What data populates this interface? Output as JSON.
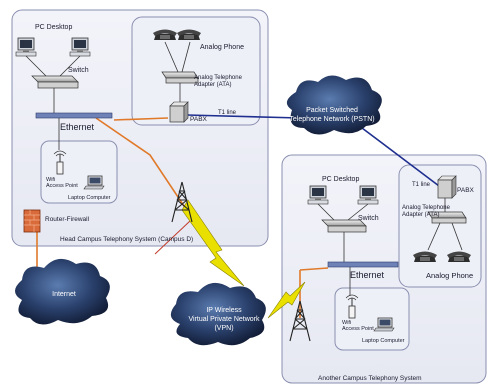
{
  "head_campus": {
    "title": "Head Campus Telephony System (Campus D)",
    "pc_desktop": "PC Desktop",
    "switch": "Switch",
    "ethernet": "Ethernet",
    "wifi_ap": [
      "Wifi",
      "Access Point"
    ],
    "laptop": "Laptop Computer",
    "router_firewall": "Router-Firewall",
    "analog_phone": "Analog Phone",
    "ata": [
      "Analog Telephone",
      "Adapter (ATA)"
    ],
    "pabx": "PABX",
    "t1_line": "T1 line"
  },
  "another_campus": {
    "title": "Another Campus Telephony System",
    "pc_desktop": "PC Desktop",
    "switch": "Switch",
    "ethernet": "Ethernet",
    "wifi_ap": [
      "Wifi",
      "Access Point"
    ],
    "laptop": "Laptop Computer",
    "analog_phone": "Analog Phone",
    "ata": [
      "Analog Telephone",
      "Adapter (ATA)"
    ],
    "pabx": "PABX",
    "t1_line": "T1 line"
  },
  "clouds": {
    "pstn": [
      "Packet Switched",
      "Telephone Network (PSTN)"
    ],
    "internet": "Internet",
    "vpn": [
      "IP Wireless",
      "Virtual Private Network",
      "(VPN)"
    ]
  },
  "colors": {
    "box_fill": "#eef0f8",
    "box_stroke": "#8a8fb0",
    "cloud_dark": "#1c2d4f",
    "cloud_mid": "#3c5a8a",
    "orange_link": "#e07a2a",
    "blue_link": "#1f2f8f",
    "lightning": "#e9e000"
  }
}
